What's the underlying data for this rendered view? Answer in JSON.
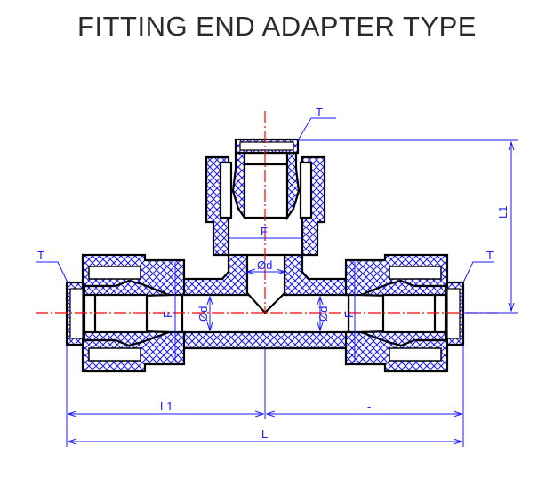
{
  "title": "FITTING END ADAPTER TYPE",
  "labels": {
    "tube_od_top": "T",
    "tube_od_left": "T",
    "tube_od_right": "T",
    "thread_top": "F",
    "bore_top": "Ød",
    "thread_left": "F",
    "bore_left": "Ød",
    "bore_right": "Ød",
    "thread_right": "F",
    "height_l1": "L1",
    "half_length_l1": "L1",
    "half_length_right": "-",
    "overall_length": "L"
  },
  "colors": {
    "hatch": "#1a1aff",
    "outline": "#000000",
    "centerline": "#ff0000",
    "dimension": "#1a1aff"
  }
}
